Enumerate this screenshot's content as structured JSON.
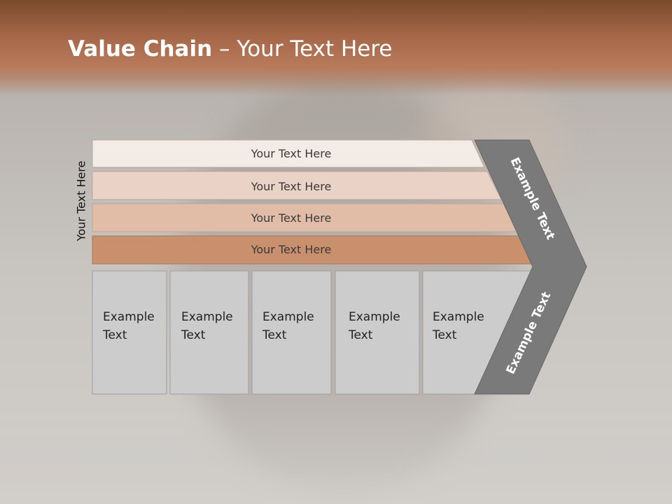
{
  "title": {
    "bold": "Value Chain",
    "rest": " – Your Text Here"
  },
  "side_label": "Your Text Here",
  "bands": [
    {
      "label": "Your Text Here"
    },
    {
      "label": "Your Text Here"
    },
    {
      "label": "Your Text Here"
    },
    {
      "label": "Your Text Here"
    }
  ],
  "boxes": [
    {
      "line1": "Example",
      "line2": "Text"
    },
    {
      "line1": "Example",
      "line2": "Text"
    },
    {
      "line1": "Example",
      "line2": "Text"
    },
    {
      "line1": "Example",
      "line2": "Text"
    },
    {
      "line1": "Example",
      "line2": "Text"
    }
  ],
  "arrow": {
    "upper_label": "Example Text",
    "lower_label": "Example Text"
  },
  "colors": {
    "band_fills": [
      "#f3ebe6",
      "#ead3c6",
      "#e1bda8",
      "#c9906e"
    ],
    "box_fill": "#cccccc",
    "arrow_fill": "#7a7a7a",
    "header": "#a8694a"
  }
}
